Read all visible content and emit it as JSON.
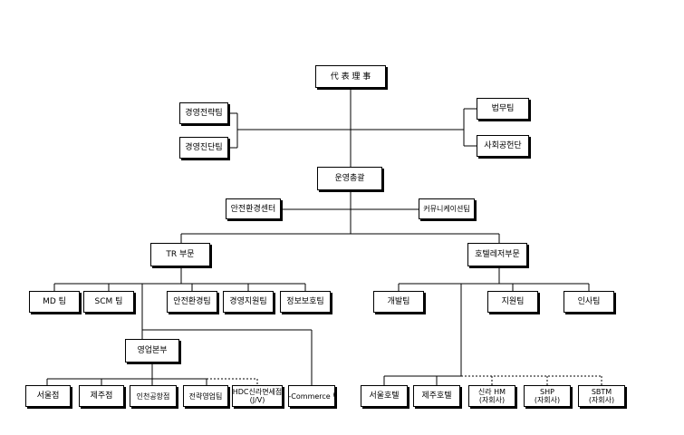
{
  "nodes": {
    "ceo": "代 表 理 事",
    "strategy_team": "경영전략팀",
    "diagnosis_team": "경영진단팀",
    "legal_team": "법무팀",
    "social_contribution": "사회공헌단",
    "operations_head": "운영총괄",
    "safety_env_center": "안전환경센터",
    "communication_team": "커뮤니케이션팀",
    "tr_division": "TR 부문",
    "hotel_leisure_division": "호텔레저부문",
    "md_team": "MD 팀",
    "scm_team": "SCM 팀",
    "safety_env_team": "안전환경팀",
    "mgmt_support_team": "경영지원팀",
    "info_security_team": "정보보호팀",
    "development_team": "개발팀",
    "support_team": "지원팀",
    "hr_team": "인사팀",
    "sales_hq": "영업본부",
    "seoul_store": "서울점",
    "jeju_store": "제주점",
    "incheon_airport_store": "인천공항점",
    "overseas_sales_team": "전략영업팀",
    "hdc_line1": "HDC신라면세점",
    "hdc_line2": "(J/V)",
    "ecommerce_team": "E-Commerce 팀",
    "seoul_hotel": "서울호텔",
    "jeju_hotel": "제주호텔",
    "shilla_hm_line1": "신라 HM",
    "shilla_hm_line2": "(자회사)",
    "shp_line1": "SHP",
    "shp_line2": "(자회사)",
    "sbtm_line1": "SBTM",
    "sbtm_line2": "(자회사)"
  }
}
